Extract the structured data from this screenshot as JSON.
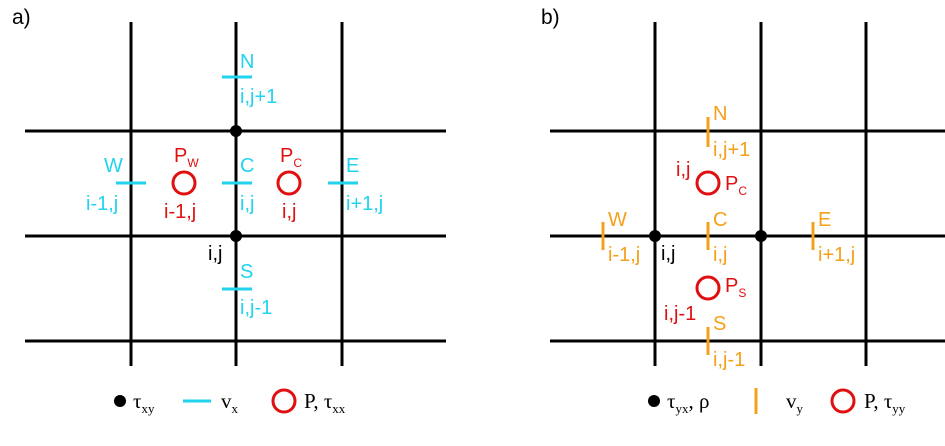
{
  "colors": {
    "grid": "#000000",
    "vx": "#22d3ee",
    "vy": "#f5a01a",
    "pressure": "#e01010",
    "node": "#000000",
    "text_black": "#000000"
  },
  "panel_a": {
    "label": "a)",
    "N": "N",
    "N_idx": "i,j+1",
    "W": "W",
    "W_idx": "i-1,j",
    "C": "C",
    "C_idx": "i,j",
    "E": "E",
    "E_idx": "i+1,j",
    "S": "S",
    "S_idx": "i,j-1",
    "PW": "P",
    "PW_sub": "W",
    "PW_idx": "i-1,j",
    "PC": "P",
    "PC_sub": "C",
    "PC_idx": "i,j",
    "node_idx": "i,j",
    "legend": {
      "tau": "τ",
      "tau_sub": "xy",
      "v": "v",
      "v_sub": "x",
      "p": "P, τ",
      "p_sub": "xx"
    }
  },
  "panel_b": {
    "label": "b)",
    "N": "N",
    "N_idx": "i,j+1",
    "W": "W",
    "W_idx": "i-1,j",
    "C": "C",
    "C_idx": "i,j",
    "E": "E",
    "E_idx": "i+1,j",
    "S": "S",
    "S_idx": "i,j-1",
    "PC": "P",
    "PC_sub": "C",
    "PC_idx": "i,j",
    "PS": "P",
    "PS_sub": "S",
    "PS_idx": "i,j-1",
    "node_idx": "i,j",
    "legend": {
      "tau": "τ",
      "tau_sub": "yx",
      "tau_rho": ", ρ",
      "v": "v",
      "v_sub": "y",
      "p": "P, τ",
      "p_sub": "yy"
    }
  }
}
